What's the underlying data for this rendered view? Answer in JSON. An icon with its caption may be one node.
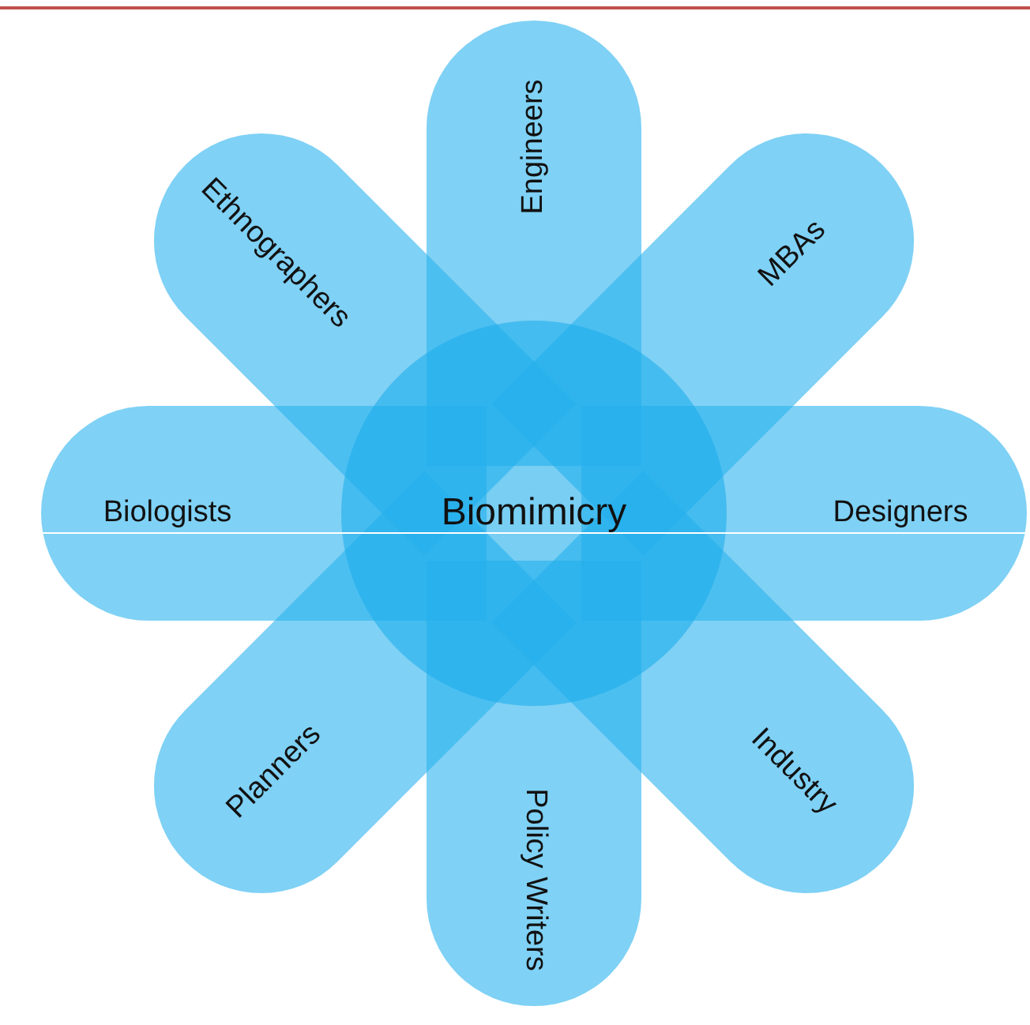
{
  "diagram": {
    "nodes": [
      {
        "text": [
          "Biomimicry"
        ]
      },
      {
        "text": [
          "Engineers"
        ]
      },
      {
        "text": [
          "MBAs"
        ]
      },
      {
        "text": [
          "Designers"
        ]
      },
      {
        "text": [
          "Industry"
        ]
      },
      {
        "text": [
          "Policy Writers"
        ]
      },
      {
        "text": [
          "Planners"
        ]
      },
      {
        "text": [
          "Biologists"
        ]
      },
      {
        "text": [
          "Ethnographers"
        ]
      }
    ]
  }
}
